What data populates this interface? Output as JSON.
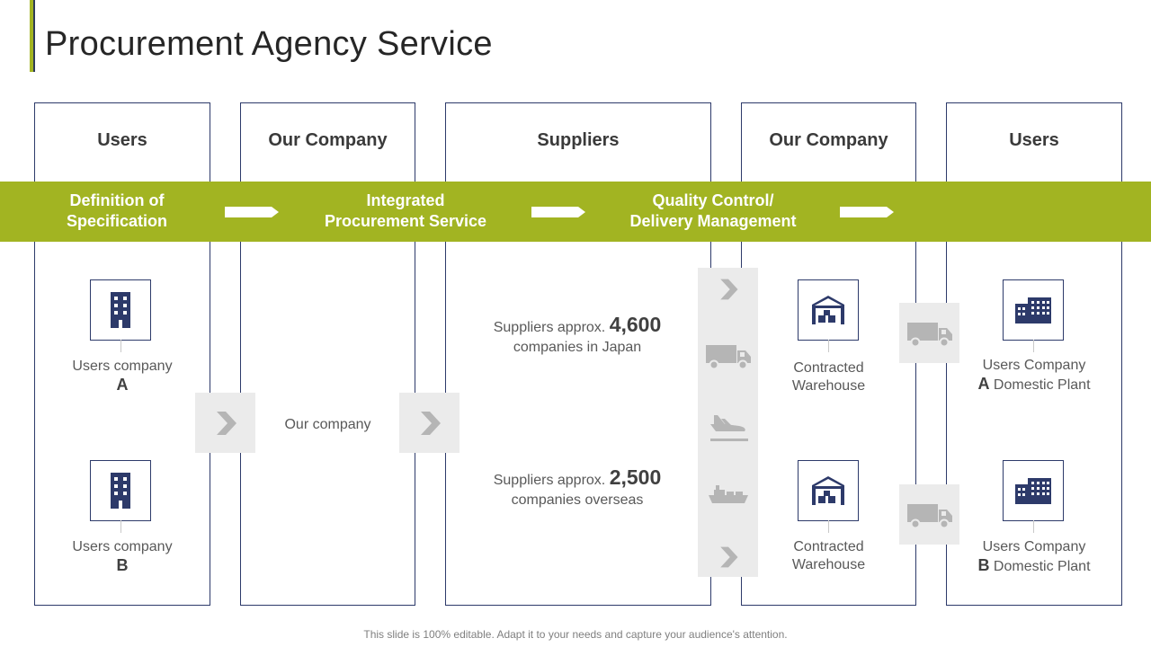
{
  "title": "Procurement Agency Service",
  "columns": [
    {
      "header": "Users"
    },
    {
      "header": "Our Company"
    },
    {
      "header": "Suppliers"
    },
    {
      "header": "Our Company"
    },
    {
      "header": "Users"
    }
  ],
  "stages": [
    {
      "line1": "Definition of",
      "line2": "Specification"
    },
    {
      "line1": "Integrated",
      "line2": "Procurement Service"
    },
    {
      "line1": "Quality Control/",
      "line2": "Delivery Management"
    }
  ],
  "users_left": [
    {
      "label": "Users company",
      "letter": "A"
    },
    {
      "label": "Users company",
      "letter": "B"
    }
  ],
  "our_company_label": "Our company",
  "suppliers": [
    {
      "prefix": "Suppliers approx.",
      "count": "4,600",
      "suffix": "companies in Japan"
    },
    {
      "prefix": "Suppliers approx.",
      "count": "2,500",
      "suffix": "companies overseas"
    }
  ],
  "warehouses": [
    {
      "line1": "Contracted",
      "line2": "Warehouse"
    },
    {
      "line1": "Contracted",
      "line2": "Warehouse"
    }
  ],
  "users_right": [
    {
      "label": "Users Company",
      "letter": "A",
      "suffix": "Domestic Plant"
    },
    {
      "label": "Users Company",
      "letter": "B",
      "suffix": "Domestic Plant"
    }
  ],
  "footer": "This slide is 100% editable. Adapt it to your needs and capture your audience's attention.",
  "icons": {
    "building": "building-icon",
    "office": "office-building-icon",
    "warehouse": "warehouse-icon",
    "truck": "truck-icon",
    "plane": "airplane-icon",
    "ship": "ship-icon",
    "chevron": "chevron-right-icon"
  },
  "colors": {
    "accent": "#a2b422",
    "navy": "#2d3a6a",
    "grey_panel": "#ebebeb",
    "icon_grey": "#b5b5b5"
  }
}
